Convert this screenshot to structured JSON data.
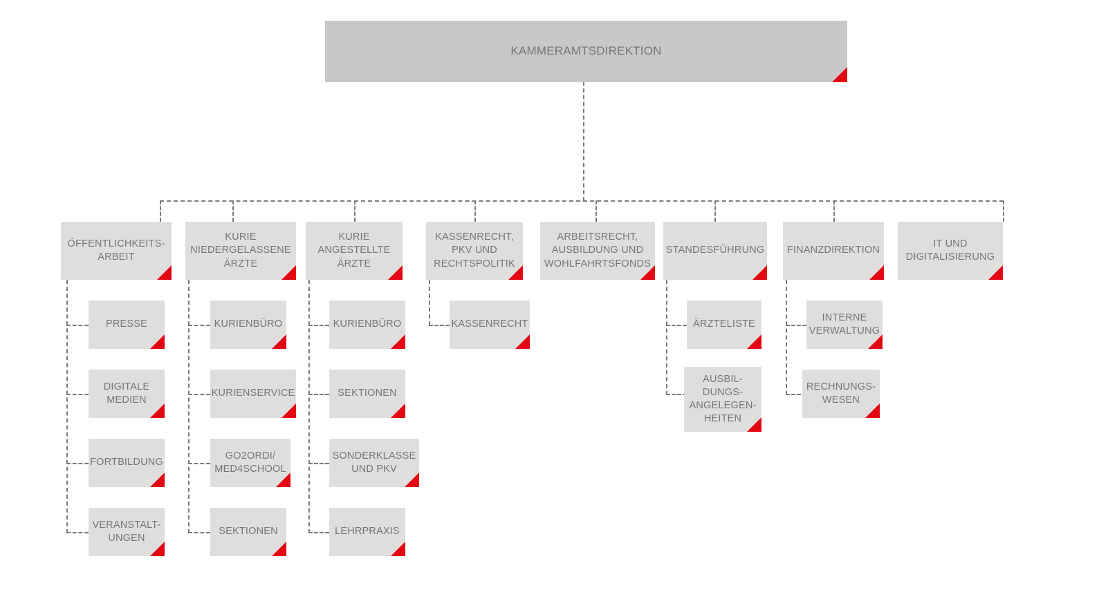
{
  "diagram": {
    "type": "organizational-chart",
    "title": "Kammeramtsdirektion Organigramm",
    "colors": {
      "root_fill": "#C9C7C9",
      "node_fill": "#E0DEDC",
      "accent_corner": "#E30613",
      "text": "#757579",
      "connector": "#7A7A7A",
      "background": "#FFFFFF"
    },
    "root": {
      "id": "kammeramtsdirektion",
      "label": "KAMMERAMTSDIREKTION"
    },
    "departments": [
      {
        "id": "oeffentlichkeitsarbeit",
        "label": "ÖFFENTLICHKEITS-\nARBEIT",
        "children": [
          {
            "id": "presse",
            "label": "PRESSE"
          },
          {
            "id": "digitale-medien",
            "label": "DIGITALE\nMEDIEN"
          },
          {
            "id": "fortbildung",
            "label": "FORTBILDUNG"
          },
          {
            "id": "veranstaltungen",
            "label": "VERANSTALT-\nUNGEN"
          }
        ]
      },
      {
        "id": "kurie-niedergelassene-aerzte",
        "label": "KURIE\nNIEDERGELASSENE\nÄRZTE",
        "children": [
          {
            "id": "kurienbuero-niedergelassene",
            "label": "KURIENBÜRO"
          },
          {
            "id": "kurienservice",
            "label": "KURIENSERVICE"
          },
          {
            "id": "go2ordi-med4school",
            "label": "GO2ORDI/\nMED4SCHOOL"
          },
          {
            "id": "sektionen-niedergelassene",
            "label": "SEKTIONEN"
          }
        ]
      },
      {
        "id": "kurie-angestellte-aerzte",
        "label": "KURIE\nANGESTELLTE\nÄRZTE",
        "children": [
          {
            "id": "kurienbuero-angestellte",
            "label": "KURIENBÜRO"
          },
          {
            "id": "sektionen-angestellte",
            "label": "SEKTIONEN"
          },
          {
            "id": "sonderklasse-und-pkv",
            "label": "SONDERKLASSE\nUND PKV"
          },
          {
            "id": "lehrpraxis",
            "label": "LEHRPRAXIS"
          }
        ]
      },
      {
        "id": "kassenrecht-pkv-rechtspolitik",
        "label": "KASSENRECHT,\nPKV UND\nRECHTSPOLITIK",
        "children": [
          {
            "id": "kassenrecht",
            "label": "KASSENRECHT"
          }
        ]
      },
      {
        "id": "arbeitsrecht-ausbildung-wohlfahrtsfonds",
        "label": "ARBEITSRECHT,\nAUSBILDUNG UND\nWOHLFAHRTSFONDS",
        "children": []
      },
      {
        "id": "standesfuehrung",
        "label": "STANDESFÜHRUNG",
        "children": [
          {
            "id": "aerzteliste",
            "label": "ÄRZTELISTE"
          },
          {
            "id": "ausbildungsangelegenheiten",
            "label": "AUSBIL-\nDUNGS-\nANGELEGEN-\nHEITEN"
          }
        ]
      },
      {
        "id": "finanzdirektion",
        "label": "FINANZDIREKTION",
        "children": [
          {
            "id": "interne-verwaltung",
            "label": "INTERNE\nVERWALTUNG"
          },
          {
            "id": "rechnungswesen",
            "label": "RECHNUNGS-\nWESEN"
          }
        ]
      },
      {
        "id": "it-und-digitalisierung",
        "label": "IT UND\nDIGITALISIERUNG",
        "children": []
      }
    ]
  }
}
